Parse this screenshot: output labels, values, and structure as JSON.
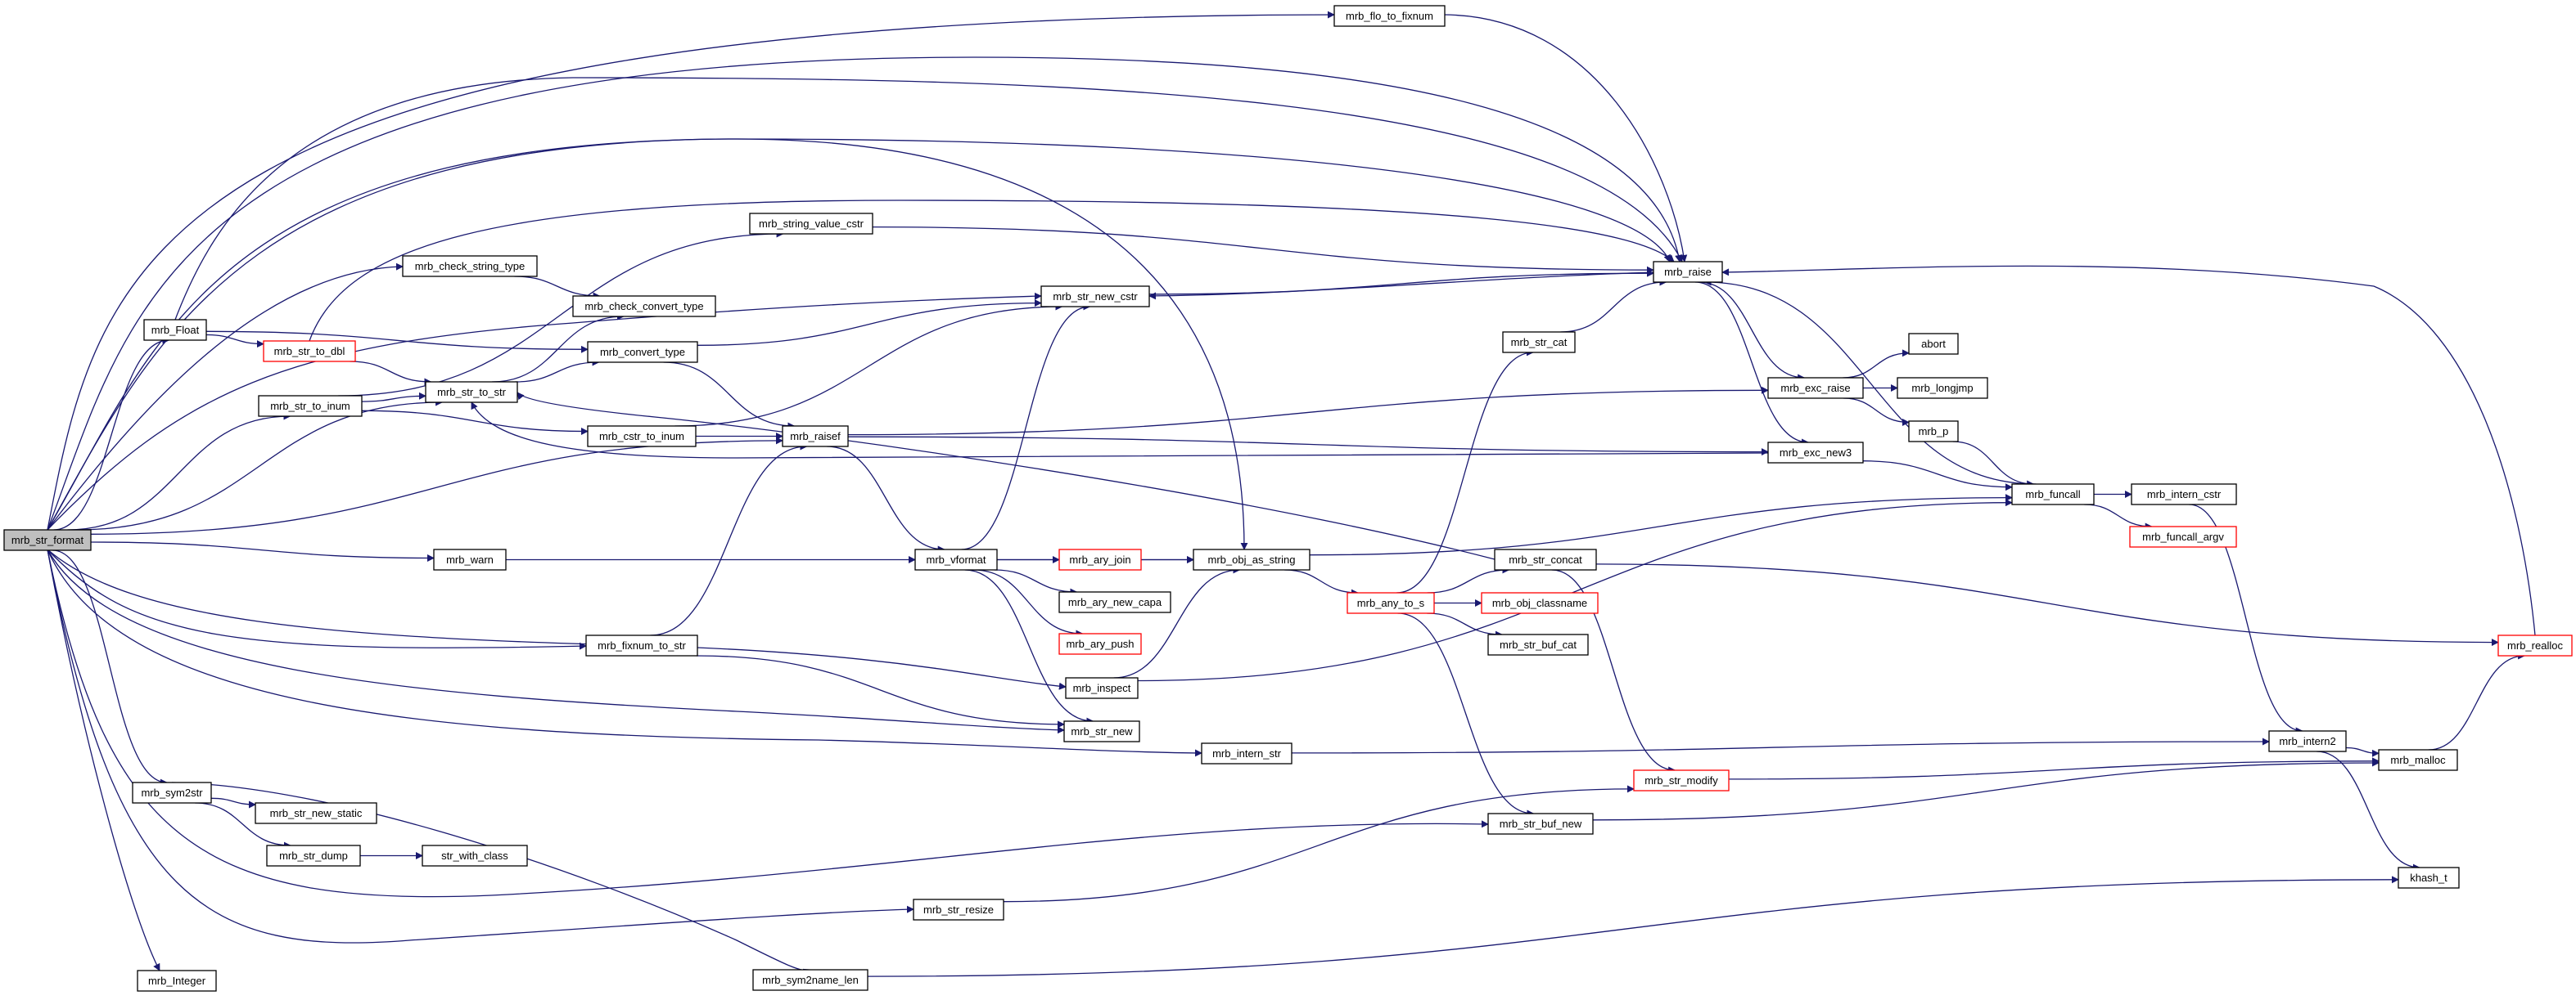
{
  "colors": {
    "edge": "#191970",
    "node_border": "#000000",
    "node_fill": "#ffffff",
    "root_fill": "#bfbfbf",
    "truncated_border": "#ff0000"
  },
  "nodes": [
    {
      "id": "n_str_format",
      "label": "mrb_str_format",
      "kind": "root"
    },
    {
      "id": "n_flo_to_fixnum",
      "label": "mrb_flo_to_fixnum",
      "kind": "normal"
    },
    {
      "id": "n_raise",
      "label": "mrb_raise",
      "kind": "normal"
    },
    {
      "id": "n_string_value_cstr",
      "label": "mrb_string_value_cstr",
      "kind": "normal"
    },
    {
      "id": "n_check_string_type",
      "label": "mrb_check_string_type",
      "kind": "normal"
    },
    {
      "id": "n_check_convert_type",
      "label": "mrb_check_convert_type",
      "kind": "normal"
    },
    {
      "id": "n_str_new_cstr",
      "label": "mrb_str_new_cstr",
      "kind": "normal"
    },
    {
      "id": "n_Float",
      "label": "mrb_Float",
      "kind": "normal"
    },
    {
      "id": "n_str_to_dbl",
      "label": "mrb_str_to_dbl",
      "kind": "truncated"
    },
    {
      "id": "n_convert_type",
      "label": "mrb_convert_type",
      "kind": "normal"
    },
    {
      "id": "n_str_to_inum",
      "label": "mrb_str_to_inum",
      "kind": "normal"
    },
    {
      "id": "n_str_to_str",
      "label": "mrb_str_to_str",
      "kind": "normal"
    },
    {
      "id": "n_cstr_to_inum",
      "label": "mrb_cstr_to_inum",
      "kind": "normal"
    },
    {
      "id": "n_raisef",
      "label": "mrb_raisef",
      "kind": "normal"
    },
    {
      "id": "n_str_cat",
      "label": "mrb_str_cat",
      "kind": "normal"
    },
    {
      "id": "n_exc_raise",
      "label": "mrb_exc_raise",
      "kind": "normal"
    },
    {
      "id": "n_abort",
      "label": "abort",
      "kind": "normal"
    },
    {
      "id": "n_longjmp",
      "label": "mrb_longjmp",
      "kind": "normal"
    },
    {
      "id": "n_p",
      "label": "mrb_p",
      "kind": "normal"
    },
    {
      "id": "n_exc_new3",
      "label": "mrb_exc_new3",
      "kind": "normal"
    },
    {
      "id": "n_funcall",
      "label": "mrb_funcall",
      "kind": "normal"
    },
    {
      "id": "n_intern_cstr",
      "label": "mrb_intern_cstr",
      "kind": "normal"
    },
    {
      "id": "n_funcall_argv",
      "label": "mrb_funcall_argv",
      "kind": "truncated"
    },
    {
      "id": "n_warn",
      "label": "mrb_warn",
      "kind": "normal"
    },
    {
      "id": "n_vformat",
      "label": "mrb_vformat",
      "kind": "normal"
    },
    {
      "id": "n_ary_join",
      "label": "mrb_ary_join",
      "kind": "truncated"
    },
    {
      "id": "n_obj_as_string",
      "label": "mrb_obj_as_string",
      "kind": "normal"
    },
    {
      "id": "n_str_concat",
      "label": "mrb_str_concat",
      "kind": "normal"
    },
    {
      "id": "n_ary_new_capa",
      "label": "mrb_ary_new_capa",
      "kind": "normal"
    },
    {
      "id": "n_any_to_s",
      "label": "mrb_any_to_s",
      "kind": "truncated"
    },
    {
      "id": "n_obj_classname",
      "label": "mrb_obj_classname",
      "kind": "truncated"
    },
    {
      "id": "n_ary_push",
      "label": "mrb_ary_push",
      "kind": "truncated"
    },
    {
      "id": "n_str_buf_cat",
      "label": "mrb_str_buf_cat",
      "kind": "normal"
    },
    {
      "id": "n_realloc",
      "label": "mrb_realloc",
      "kind": "truncated"
    },
    {
      "id": "n_fixnum_to_str",
      "label": "mrb_fixnum_to_str",
      "kind": "normal"
    },
    {
      "id": "n_inspect",
      "label": "mrb_inspect",
      "kind": "normal"
    },
    {
      "id": "n_str_new",
      "label": "mrb_str_new",
      "kind": "normal"
    },
    {
      "id": "n_intern_str",
      "label": "mrb_intern_str",
      "kind": "normal"
    },
    {
      "id": "n_intern2",
      "label": "mrb_intern2",
      "kind": "normal"
    },
    {
      "id": "n_malloc",
      "label": "mrb_malloc",
      "kind": "normal"
    },
    {
      "id": "n_str_modify",
      "label": "mrb_str_modify",
      "kind": "truncated"
    },
    {
      "id": "n_sym2str",
      "label": "mrb_sym2str",
      "kind": "normal"
    },
    {
      "id": "n_str_new_static",
      "label": "mrb_str_new_static",
      "kind": "normal"
    },
    {
      "id": "n_str_dump",
      "label": "mrb_str_dump",
      "kind": "normal"
    },
    {
      "id": "n_str_with_class",
      "label": "str_with_class",
      "kind": "normal"
    },
    {
      "id": "n_str_buf_new",
      "label": "mrb_str_buf_new",
      "kind": "normal"
    },
    {
      "id": "n_khash_t",
      "label": "khash_t",
      "kind": "normal"
    },
    {
      "id": "n_str_resize",
      "label": "mrb_str_resize",
      "kind": "normal"
    },
    {
      "id": "n_Integer",
      "label": "mrb_Integer",
      "kind": "normal"
    },
    {
      "id": "n_sym2name_len",
      "label": "mrb_sym2name_len",
      "kind": "normal"
    }
  ],
  "edges": [
    [
      "n_str_format",
      "n_flo_to_fixnum"
    ],
    [
      "n_str_format",
      "n_raise"
    ],
    [
      "n_str_format",
      "n_raise"
    ],
    [
      "n_str_format",
      "n_obj_as_string"
    ],
    [
      "n_str_format",
      "n_str_new_cstr"
    ],
    [
      "n_str_format",
      "n_check_string_type"
    ],
    [
      "n_str_format",
      "n_Float"
    ],
    [
      "n_str_format",
      "n_str_to_inum"
    ],
    [
      "n_str_format",
      "n_str_to_str"
    ],
    [
      "n_str_format",
      "n_raisef"
    ],
    [
      "n_str_format",
      "n_warn"
    ],
    [
      "n_str_format",
      "n_fixnum_to_str"
    ],
    [
      "n_str_format",
      "n_inspect"
    ],
    [
      "n_str_format",
      "n_str_new"
    ],
    [
      "n_str_format",
      "n_intern_str"
    ],
    [
      "n_str_format",
      "n_sym2str"
    ],
    [
      "n_str_format",
      "n_str_buf_new"
    ],
    [
      "n_str_format",
      "n_str_resize"
    ],
    [
      "n_str_format",
      "n_Integer"
    ],
    [
      "n_flo_to_fixnum",
      "n_raise"
    ],
    [
      "n_Float",
      "n_raise"
    ],
    [
      "n_Float",
      "n_str_to_dbl"
    ],
    [
      "n_Float",
      "n_convert_type"
    ],
    [
      "n_str_to_dbl",
      "n_raise"
    ],
    [
      "n_str_to_dbl",
      "n_str_to_str"
    ],
    [
      "n_string_value_cstr",
      "n_raise"
    ],
    [
      "n_check_string_type",
      "n_check_convert_type"
    ],
    [
      "n_str_to_inum",
      "n_string_value_cstr"
    ],
    [
      "n_str_to_inum",
      "n_str_to_str"
    ],
    [
      "n_str_to_inum",
      "n_cstr_to_inum"
    ],
    [
      "n_str_to_str",
      "n_check_convert_type"
    ],
    [
      "n_str_to_str",
      "n_convert_type"
    ],
    [
      "n_convert_type",
      "n_str_new_cstr"
    ],
    [
      "n_convert_type",
      "n_raisef"
    ],
    [
      "n_cstr_to_inum",
      "n_str_new_cstr"
    ],
    [
      "n_cstr_to_inum",
      "n_raisef"
    ],
    [
      "n_raisef",
      "n_exc_raise"
    ],
    [
      "n_raisef",
      "n_exc_new3"
    ],
    [
      "n_raisef",
      "n_vformat"
    ],
    [
      "n_str_new_cstr",
      "n_raise"
    ],
    [
      "n_raise",
      "n_str_new_cstr"
    ],
    [
      "n_raise",
      "n_exc_raise"
    ],
    [
      "n_raise",
      "n_exc_new3"
    ],
    [
      "n_str_cat",
      "n_raise"
    ],
    [
      "n_exc_raise",
      "n_abort"
    ],
    [
      "n_exc_raise",
      "n_longjmp"
    ],
    [
      "n_exc_raise",
      "n_p"
    ],
    [
      "n_p",
      "n_funcall"
    ],
    [
      "n_exc_new3",
      "n_funcall"
    ],
    [
      "n_exc_new3",
      "n_str_to_str"
    ],
    [
      "n_funcall",
      "n_raise"
    ],
    [
      "n_funcall",
      "n_intern_cstr"
    ],
    [
      "n_funcall",
      "n_funcall_argv"
    ],
    [
      "n_intern_cstr",
      "n_intern2"
    ],
    [
      "n_warn",
      "n_vformat"
    ],
    [
      "n_vformat",
      "n_str_new_cstr"
    ],
    [
      "n_vformat",
      "n_ary_join"
    ],
    [
      "n_vformat",
      "n_ary_new_capa"
    ],
    [
      "n_vformat",
      "n_ary_push"
    ],
    [
      "n_vformat",
      "n_str_new"
    ],
    [
      "n_vformat",
      "n_obj_as_string"
    ],
    [
      "n_ary_join",
      "n_obj_as_string"
    ],
    [
      "n_obj_as_string",
      "n_funcall"
    ],
    [
      "n_obj_as_string",
      "n_any_to_s"
    ],
    [
      "n_any_to_s",
      "n_str_cat"
    ],
    [
      "n_any_to_s",
      "n_str_concat"
    ],
    [
      "n_any_to_s",
      "n_obj_classname"
    ],
    [
      "n_any_to_s",
      "n_str_buf_cat"
    ],
    [
      "n_any_to_s",
      "n_str_buf_new"
    ],
    [
      "n_str_concat",
      "n_str_to_str"
    ],
    [
      "n_str_concat",
      "n_realloc"
    ],
    [
      "n_str_concat",
      "n_str_modify"
    ],
    [
      "n_realloc",
      "n_raise"
    ],
    [
      "n_fixnum_to_str",
      "n_raisef"
    ],
    [
      "n_fixnum_to_str",
      "n_str_new"
    ],
    [
      "n_inspect",
      "n_obj_as_string"
    ],
    [
      "n_inspect",
      "n_funcall"
    ],
    [
      "n_intern_str",
      "n_intern2"
    ],
    [
      "n_intern2",
      "n_malloc"
    ],
    [
      "n_intern2",
      "n_khash_t"
    ],
    [
      "n_malloc",
      "n_realloc"
    ],
    [
      "n_str_modify",
      "n_malloc"
    ],
    [
      "n_sym2str",
      "n_str_new_static"
    ],
    [
      "n_sym2str",
      "n_str_dump"
    ],
    [
      "n_sym2str",
      "n_sym2name_len"
    ],
    [
      "n_str_dump",
      "n_str_with_class"
    ],
    [
      "n_str_buf_new",
      "n_malloc"
    ],
    [
      "n_str_resize",
      "n_str_modify"
    ],
    [
      "n_sym2name_len",
      "n_khash_t"
    ]
  ]
}
